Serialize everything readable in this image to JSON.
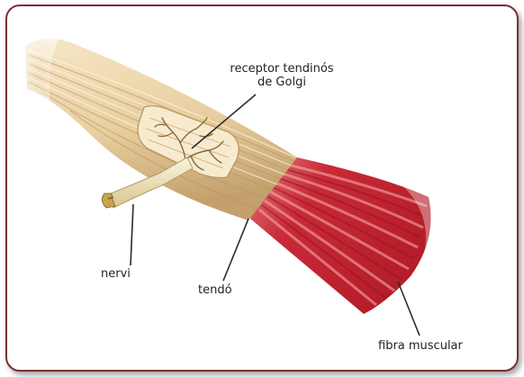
{
  "labels": {
    "receptor_line1": "receptor tendinós",
    "receptor_line2": "de Golgi",
    "nervi": "nervi",
    "tendo": "tendó",
    "fibra_muscular": "fibra muscular"
  },
  "colors": {
    "frame_border": "#7a3033",
    "tendon_light": "#f1dcb6",
    "tendon_dark": "#c9a876",
    "muscle_red": "#c42431",
    "muscle_light": "#ef8a8f",
    "nerve": "#f3e7c4",
    "leader_line": "#2b2b2b"
  }
}
